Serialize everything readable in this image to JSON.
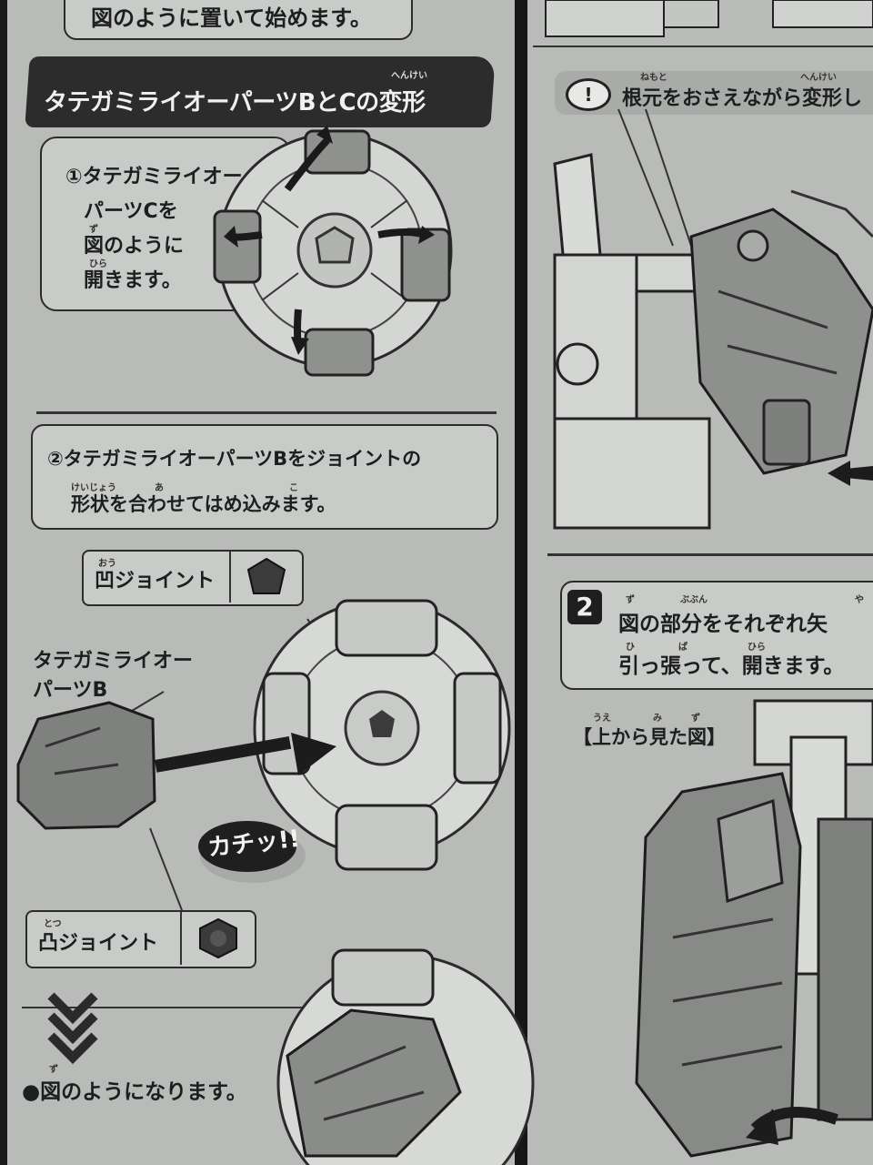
{
  "top_left_box": "図のように置いて始めます。",
  "section_b_c": {
    "title": "タテガミライオーパーツBとCの変形",
    "title_furigana": "へんけい",
    "step1": [
      "①タテガミライオー",
      "パーツCを",
      "図のように",
      "開きます。"
    ],
    "step1_furigana": [
      "ず",
      "ひら"
    ],
    "step2": [
      "②タテガミライオーパーツBをジョイントの",
      "形状を合わせてはめ込みます。"
    ],
    "step2_furigana": [
      "けいじょう",
      "あ",
      "こ"
    ],
    "concave_label": "凹ジョイント",
    "concave_furigana": "おう",
    "part_label": [
      "タテガミライオー",
      "パーツB"
    ],
    "click_sound": "カチッ!!",
    "convex_label": "凸ジョイント",
    "convex_furigana": "とつ",
    "result": "●図のようになります。",
    "result_furigana": "ず"
  },
  "right_column": {
    "caution": "根元をおさえながら変形し",
    "caution_icon": "exclamation-icon",
    "caution_furigana": [
      "ねもと",
      "へんけい"
    ],
    "step_number": "2",
    "step2_lines": [
      "図の部分をそれぞれ矢",
      "引っ張って、開きます。"
    ],
    "step2_furigana": [
      "ず",
      "ぶぶん",
      "や",
      "ひ",
      "ぱ",
      "ひら"
    ],
    "view_label": "【上から見た図】",
    "view_furigana": [
      "うえ",
      "み",
      "ず"
    ]
  }
}
